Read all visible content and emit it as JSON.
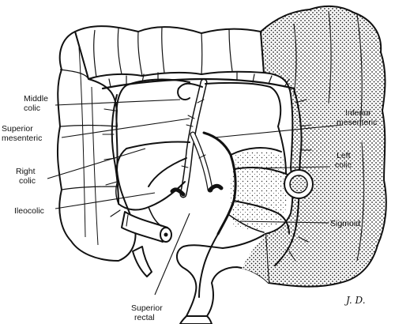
{
  "labels": {
    "middle_colic": [
      "Middle",
      "colic"
    ],
    "superior_mesenteric": [
      "Superior",
      "mesenteric"
    ],
    "right_colic": [
      "Right",
      "colic"
    ],
    "ileocolic": [
      "Ileocolic"
    ],
    "inferior_mesenteric": [
      "Inferior",
      "mesenteric"
    ],
    "left_colic": [
      "Left",
      "colic"
    ],
    "sigmoid": [
      "Sigmoid"
    ],
    "superior_rectal": [
      "Superior",
      "rectal"
    ]
  },
  "signature": "J. D."
}
